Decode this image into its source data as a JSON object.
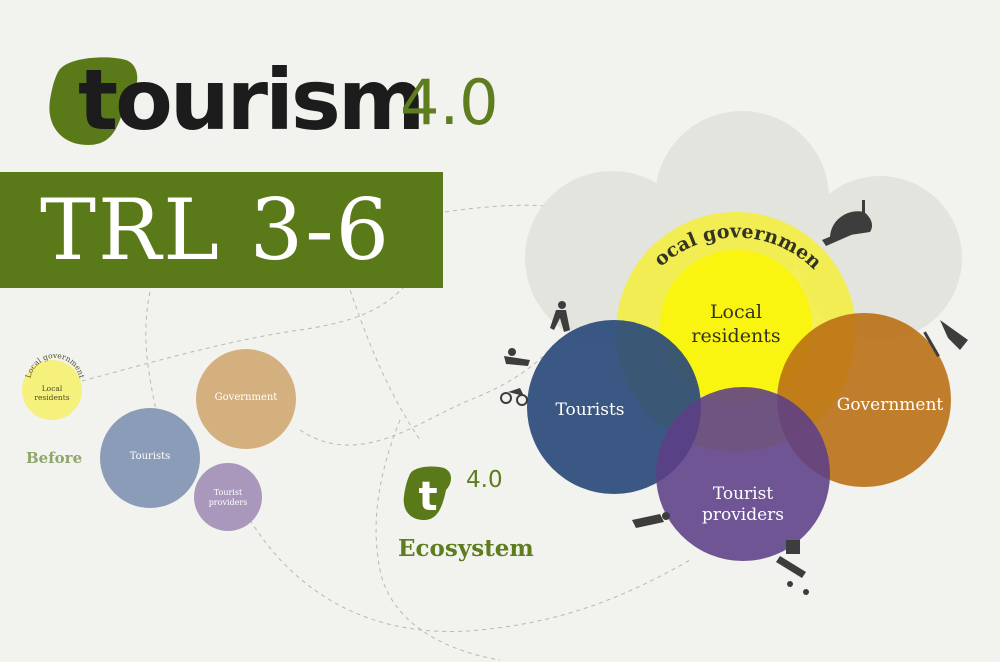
{
  "logo": {
    "word": "tourism",
    "version": "4.0"
  },
  "banner": {
    "text": "TRL 3-6"
  },
  "before": {
    "label": "Before",
    "circles": {
      "local_government": "Local government",
      "local_residents": "Local residents",
      "government": "Government",
      "tourists": "Tourists",
      "tourist_providers": "Tourist providers"
    }
  },
  "ecosystem": {
    "badge_version": "4.0",
    "label": "Ecosystem",
    "circles": {
      "local_government": "Local government",
      "local_residents": "Local residents",
      "tourists": "Tourists",
      "government": "Government",
      "tourist_providers": "Tourist providers"
    }
  },
  "colors": {
    "brand_green": "#5a7a1a",
    "yellow": "#f3ee3a",
    "blue": "#2b4a7a",
    "orange": "#b86d12",
    "purple": "#5c3f87",
    "tan": "#d5b07f",
    "slate": "#8a9cb7",
    "lilac": "#aa98bc"
  }
}
